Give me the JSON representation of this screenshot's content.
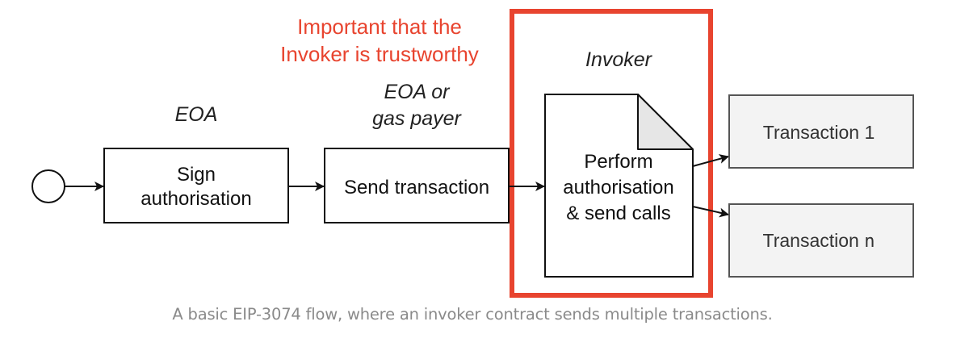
{
  "colors": {
    "highlight": "#e8442f",
    "ink": "#111111",
    "tx_fill": "#f3f3f3",
    "caption": "#8a8a8a"
  },
  "annotation": {
    "line1": "Important that the",
    "line2": "Invoker is trustworthy"
  },
  "roles": {
    "eoa": "EOA",
    "payer_line1": "EOA or",
    "payer_line2": "gas payer",
    "invoker": "Invoker"
  },
  "steps": {
    "sign_line1": "Sign",
    "sign_line2": "authorisation",
    "send": "Send transaction",
    "perform_line1": "Perform",
    "perform_line2": "authorisation",
    "perform_line3": "& send calls"
  },
  "transactions": {
    "first": "Transaction 1",
    "last_prefix": "Transaction",
    "last_suffix": "n"
  },
  "caption": "A basic EIP-3074 flow, where an invoker contract sends multiple transactions."
}
